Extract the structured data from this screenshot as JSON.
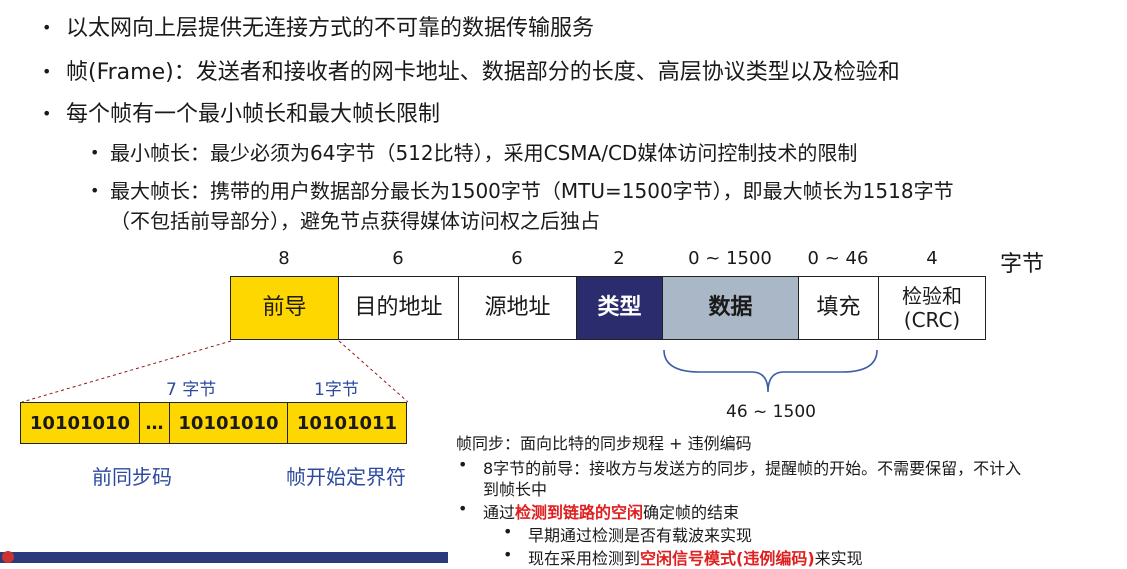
{
  "bullets": [
    "以太网向上层提供无连接方式的不可靠的数据传输服务",
    "帧(Frame)：发送者和接收者的网卡地址、数据部分的长度、高层协议类型以及检验和",
    "每个帧有一个最小帧长和最大帧长限制"
  ],
  "sub_bullets": [
    "最小帧长：最少必须为64字节（512比特），采用CSMA/CD媒体访问控制技术的限制",
    "最大帧长：携带的用户数据部分最长为1500字节（MTU=1500字节），即最大帧长为1518字节",
    "（不包括前导部分），避免节点获得媒体访问权之后独占"
  ],
  "frame": {
    "unit": "字节",
    "fields": [
      {
        "size": "8",
        "name": "前导",
        "color": "#ffd700",
        "text_color": "#1a1a1a"
      },
      {
        "size": "6",
        "name": "目的地址",
        "color": "#ffffff",
        "text_color": "#1a1a1a"
      },
      {
        "size": "6",
        "name": "源地址",
        "color": "#ffffff",
        "text_color": "#1a1a1a"
      },
      {
        "size": "2",
        "name": "类型",
        "color": "#2b2c6e",
        "text_color": "#ffffff"
      },
      {
        "size": "0 ~ 1500",
        "name": "数据",
        "color": "#a9b7c6",
        "text_color": "#1a1a1a"
      },
      {
        "size": "0 ~ 46",
        "name": "填充",
        "color": "#ffffff",
        "text_color": "#1a1a1a"
      },
      {
        "size": "4",
        "name": "检验和",
        "name2": "(CRC)",
        "color": "#ffffff",
        "text_color": "#1a1a1a"
      }
    ],
    "brace_label": "46 ~ 1500"
  },
  "preamble": {
    "label_7": "7 字节",
    "label_1": "1字节",
    "cells": [
      "10101010",
      "…",
      "10101010",
      "10101011"
    ],
    "caption_left": "前同步码",
    "caption_right": "帧开始定界符"
  },
  "notes": {
    "title": "帧同步：面向比特的同步规程 + 违例编码",
    "item1_a": "8字节的前导：接收方与发送方的同步，提醒帧的开始。不需要保留，不计入",
    "item1_b": "到帧长中",
    "item2_pre": "通过",
    "item2_red": "检测到链路的空闲",
    "item2_post": "确定帧的结束",
    "sub1": "早期通过检测是否有载波来实现",
    "sub2_pre": "现在采用检测到",
    "sub2_red": "空闲信号模式(违例编码)",
    "sub2_post": "来实现"
  },
  "colors": {
    "red": "#e02020",
    "blue": "#2e4aa0",
    "yellow": "#ffd700"
  }
}
